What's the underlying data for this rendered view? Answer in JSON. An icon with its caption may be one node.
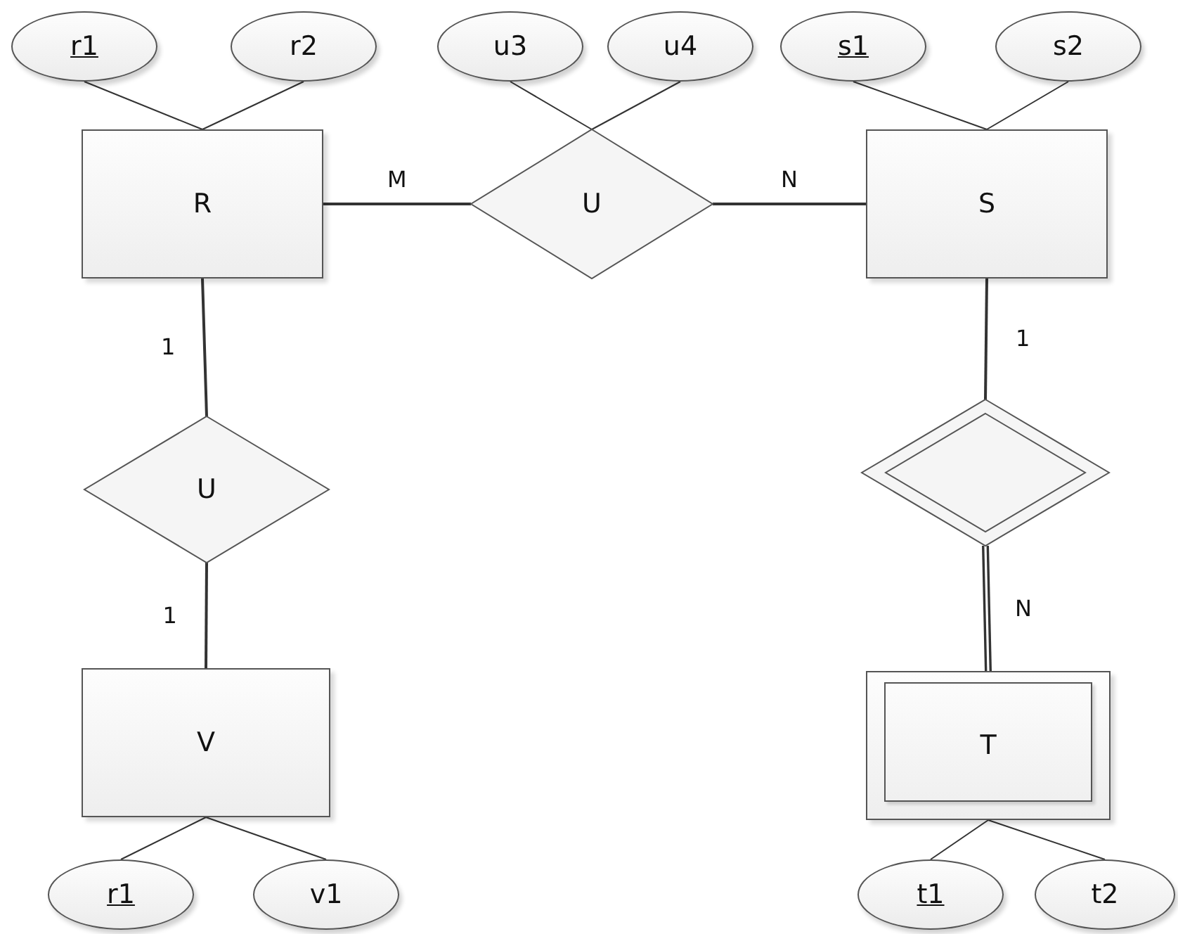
{
  "diagram": {
    "nodes": [
      {
        "text": [
          "r1"
        ]
      },
      {
        "text": [
          "r2"
        ]
      },
      {
        "text": [
          "u3"
        ]
      },
      {
        "text": [
          "u4"
        ]
      },
      {
        "text": [
          "s1"
        ]
      },
      {
        "text": [
          "s2"
        ]
      },
      {
        "text": [
          "R"
        ]
      },
      {
        "text": [
          "U"
        ]
      },
      {
        "text": [
          "S"
        ]
      },
      {
        "text": [
          "U"
        ]
      },
      {
        "text": [],
        "shape": "diamond"
      },
      {
        "text": [
          "V"
        ]
      },
      {
        "text": [
          "T"
        ]
      },
      {
        "text": [
          "r1"
        ]
      },
      {
        "text": [
          "v1"
        ]
      },
      {
        "text": [
          "t1"
        ]
      },
      {
        "text": [
          "t2"
        ]
      }
    ],
    "edges": [
      {
        "from": 0,
        "to": 6,
        "arrow": "none"
      },
      {
        "from": 1,
        "to": 6,
        "arrow": "none"
      },
      {
        "from": 2,
        "to": 7,
        "arrow": "none"
      },
      {
        "from": 3,
        "to": 7,
        "arrow": "none"
      },
      {
        "from": 4,
        "to": 8,
        "arrow": "none"
      },
      {
        "from": 5,
        "to": 8,
        "arrow": "none"
      },
      {
        "from": 6,
        "to": 7,
        "arrow": "none",
        "label": "M"
      },
      {
        "from": 7,
        "to": 8,
        "arrow": "none",
        "label": "N"
      },
      {
        "from": 6,
        "to": 9,
        "arrow": "none",
        "label": "1"
      },
      {
        "from": 9,
        "to": 11,
        "arrow": "none",
        "label": "1"
      },
      {
        "from": 8,
        "to": 10,
        "arrow": "none",
        "label": "1"
      },
      {
        "from": 10,
        "to": 12,
        "arrow": "none",
        "label": "N",
        "style": "thick"
      },
      {
        "from": 11,
        "to": 13,
        "arrow": "none"
      },
      {
        "from": 11,
        "to": 14,
        "arrow": "none"
      },
      {
        "from": 12,
        "to": 15,
        "arrow": "none"
      },
      {
        "from": 12,
        "to": 16,
        "arrow": "none"
      }
    ]
  }
}
